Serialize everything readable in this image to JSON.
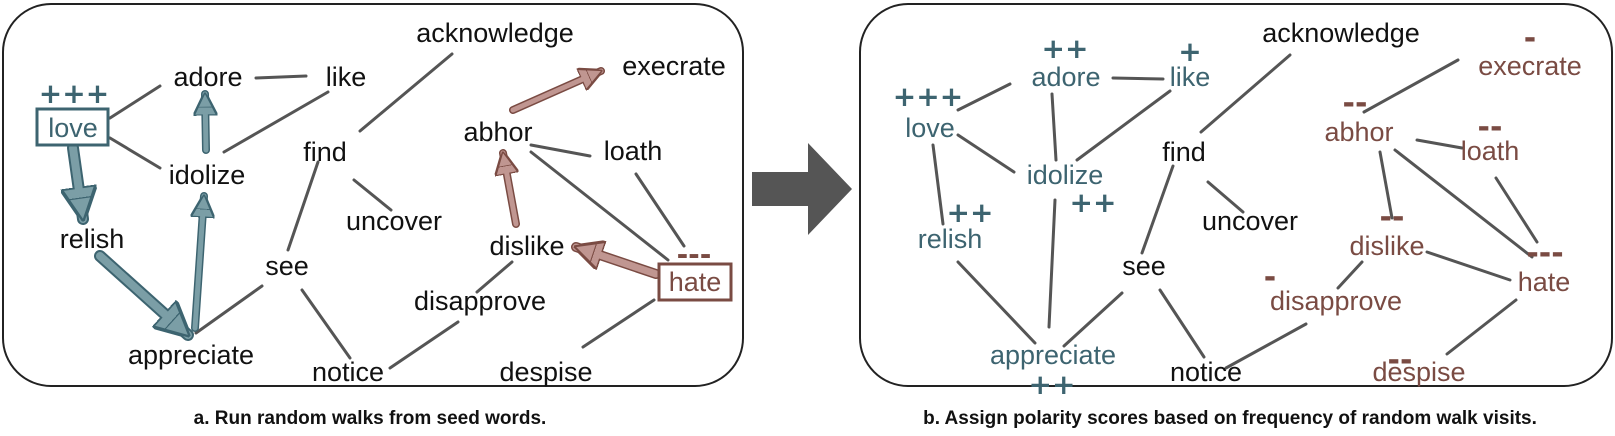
{
  "colors": {
    "positive": "#3d6470",
    "negative": "#7a4b43",
    "neutral": "#111111",
    "edge": "#555555",
    "pos_arrow_fill": "#7b9ea6",
    "neg_arrow_fill": "#c09691",
    "big_arrow": "#555555"
  },
  "panel_a": {
    "caption": "a. Run random walks from seed words.",
    "words": {
      "acknowledge": "acknowledge",
      "adore": "adore",
      "like": "like",
      "execrate": "execrate",
      "love": "love",
      "abhor": "abhor",
      "find": "find",
      "loath": "loath",
      "idolize": "idolize",
      "uncover": "uncover",
      "relish": "relish",
      "dislike": "dislike",
      "see": "see",
      "hate": "hate",
      "disapprove": "disapprove",
      "appreciate": "appreciate",
      "notice": "notice",
      "despise": "despise"
    },
    "seed_marks": {
      "love": "+++",
      "hate": "---"
    }
  },
  "panel_b": {
    "caption": "b. Assign polarity scores based on frequency of random walk visits.",
    "words": {
      "acknowledge": "acknowledge",
      "adore": "adore",
      "like": "like",
      "execrate": "execrate",
      "love": "love",
      "abhor": "abhor",
      "find": "find",
      "loath": "loath",
      "idolize": "idolize",
      "uncover": "uncover",
      "relish": "relish",
      "dislike": "dislike",
      "see": "see",
      "hate": "hate",
      "disapprove": "disapprove",
      "appreciate": "appreciate",
      "notice": "notice",
      "despise": "despise"
    },
    "marks": {
      "adore": "++",
      "like": "+",
      "love": "+++",
      "idolize": "++",
      "relish": "++",
      "appreciate": "++",
      "execrate": "-",
      "abhor": "--",
      "loath": "--",
      "dislike": "--",
      "disapprove": "-",
      "hate": "---",
      "despise": "--"
    }
  }
}
